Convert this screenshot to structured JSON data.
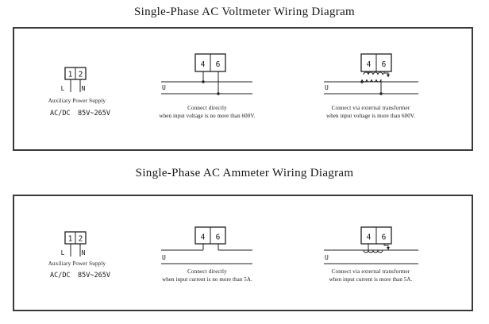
{
  "colors": {
    "line": "#1f1f1f",
    "background": "#ffffff",
    "panel_border": "#3a3a3a"
  },
  "voltmeter": {
    "title": "Single-Phase AC Voltmeter Wiring Diagram",
    "aux": {
      "terminal_1": "1",
      "terminal_2": "2",
      "line_label": "L",
      "neutral_label": "N",
      "caption": "Auxiliary Power Supply",
      "rating_label": "AC/DC",
      "rating_value": "85V~265V"
    },
    "direct": {
      "terminal_4": "4",
      "terminal_6": "6",
      "voltage_label": "U",
      "caption_line1": "Connect directly",
      "caption_line2": "when input voltage is no more than 600V."
    },
    "transformer": {
      "terminal_4": "4",
      "terminal_6": "6",
      "voltage_label": "U",
      "caption_line1": "Connect via external transformer",
      "caption_line2": "when input voltage is more than 600V."
    }
  },
  "ammeter": {
    "title": "Single-Phase AC Ammeter Wiring Diagram",
    "aux": {
      "terminal_1": "1",
      "terminal_2": "2",
      "line_label": "L",
      "neutral_label": "N",
      "caption": "Auxiliary Power Supply",
      "rating_label": "AC/DC",
      "rating_value": "85V~265V"
    },
    "direct": {
      "terminal_4": "4",
      "terminal_6": "6",
      "voltage_label": "U",
      "caption_line1": "Connect directly",
      "caption_line2": "when input current is no more than 5A."
    },
    "transformer": {
      "terminal_4": "4",
      "terminal_6": "6",
      "voltage_label": "U",
      "caption_line1": "Connect via external transformer",
      "caption_line2": "when input current is more than 5A."
    }
  }
}
